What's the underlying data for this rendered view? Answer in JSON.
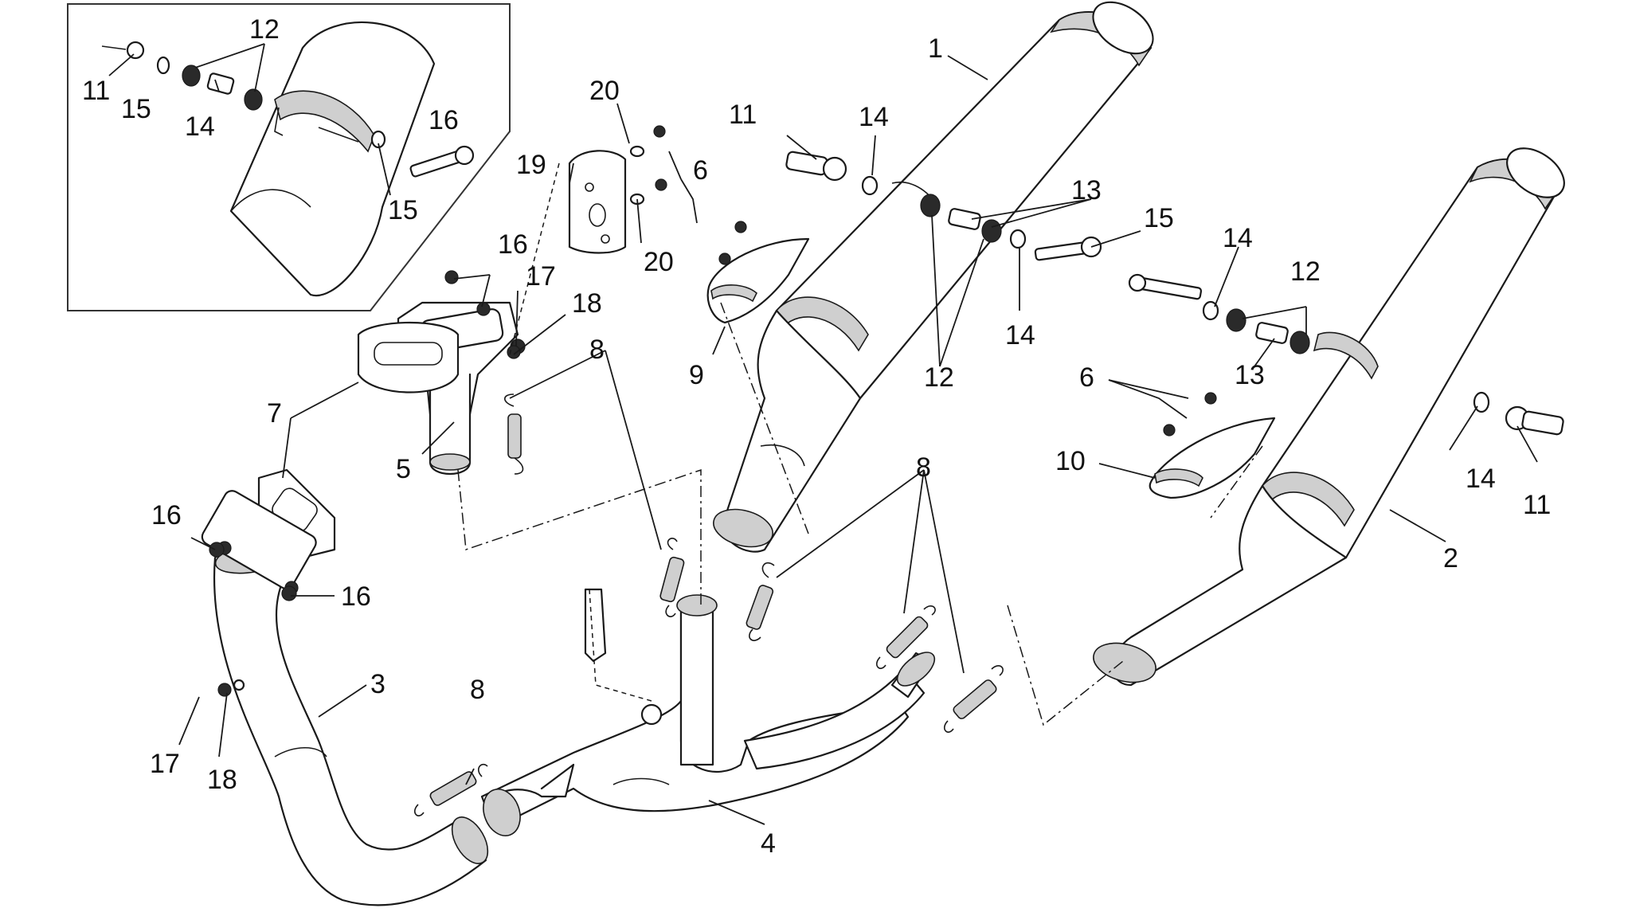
{
  "diagram": {
    "labels": {
      "l1": "1",
      "l2": "2",
      "l3": "3",
      "l4": "4",
      "l5": "5",
      "l6a": "6",
      "l6b": "6",
      "l7": "7",
      "l8a": "8",
      "l8b": "8",
      "l8c": "8",
      "l9": "9",
      "l10": "10",
      "l11a": "11",
      "l11b": "11",
      "l11c": "11",
      "l12a": "12",
      "l12b": "12",
      "l12c": "12",
      "l13a": "13",
      "l13b": "13",
      "l14a": "14",
      "l14b": "14",
      "l14c": "14",
      "l14d": "14",
      "l14e": "14",
      "l15a": "15",
      "l15b": "15",
      "l15c": "15",
      "l16a": "16",
      "l16b": "16",
      "l16c": "16",
      "l16d": "16",
      "l17a": "17",
      "l17b": "17",
      "l18a": "18",
      "l18b": "18",
      "l19": "19",
      "l20a": "20",
      "l20b": "20"
    }
  }
}
